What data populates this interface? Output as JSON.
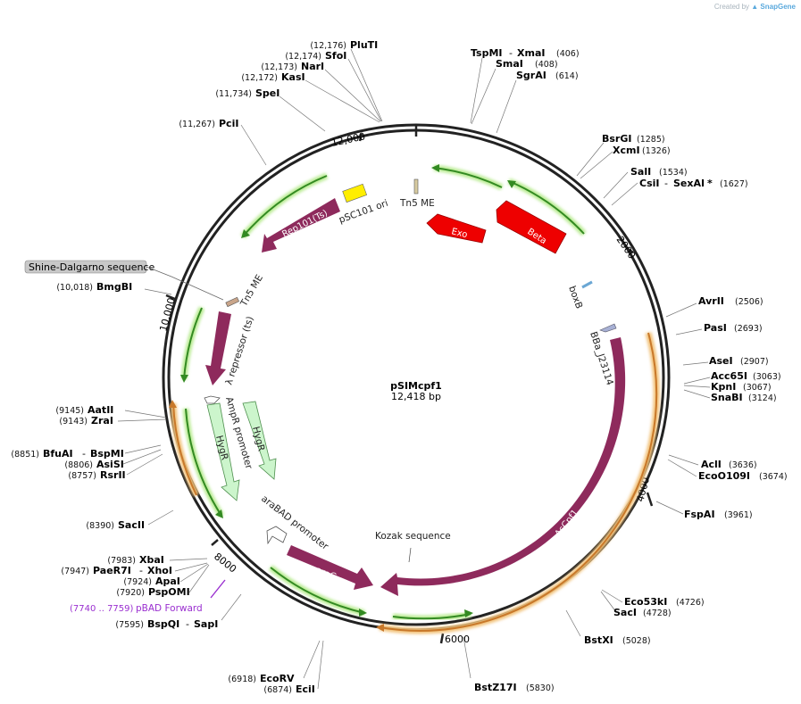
{
  "credit": {
    "prefix": "Created by",
    "brand": "SnapGene"
  },
  "plasmid": {
    "name": "pSIMcpf1",
    "size": "12,418 bp"
  },
  "ticks": [
    "12,000",
    "2000",
    "4000",
    "6000",
    "8000",
    "10,000"
  ],
  "colors": {
    "red": "#ee0000",
    "magenta": "#8e2a5c",
    "green_light": "#ccf5cc",
    "orange_glow": "#f2c27a",
    "green_glow": "#b9eb93",
    "yellow": "#ffee00",
    "primer": "#9a2fd0"
  },
  "features": {
    "tn5_me_top": "Tn5 ME",
    "psc101_ori": "pSC101 ori",
    "rep101": "Rep101(Ts)",
    "exo": "Exo",
    "beta": "Beta",
    "boxB": "boxB",
    "bba": "BBa_J23114",
    "tn5_me_left": "Tn5 ME",
    "lambda_rep": "λ repressor (ts)",
    "ampr_promoter": "AmpR promoter",
    "hygr_1": "HygR",
    "hygr_2": "HygR",
    "arabad": "araBAD promoter",
    "arac": "araC",
    "kozak": "Kozak sequence",
    "ascpf1": "AsCpf1",
    "shine": "Shine-Dalgarno sequence"
  },
  "primer": {
    "label": "pBAD Forward",
    "range": "(7740 .. 7759)"
  },
  "enzymes_top_left": [
    {
      "name": "PluTI",
      "pos": "(12,176)"
    },
    {
      "name": "SfoI",
      "pos": "(12,174)"
    },
    {
      "name": "NarI",
      "pos": "(12,173)"
    },
    {
      "name": "KasI",
      "pos": "(12,172)"
    },
    {
      "name": "SpeI",
      "pos": "(11,734)"
    },
    {
      "name": "PciI",
      "pos": "(11,267)"
    }
  ],
  "enzymes_top_right": {
    "tspmi": {
      "name": "TspMI",
      "sep": "-",
      "name2": "XmaI",
      "pos": "(406)"
    },
    "smai": {
      "name": "SmaI",
      "pos": "(408)"
    },
    "sgrai": {
      "name": "SgrAI",
      "pos": "(614)"
    }
  },
  "enzymes_right": [
    {
      "name": "BsrGI",
      "pos": "(1285)"
    },
    {
      "name": "XcmI",
      "pos": "(1326)"
    },
    {
      "name": "SalI",
      "pos": "(1534)"
    },
    {
      "name": "AvrII",
      "pos": "(2506)"
    },
    {
      "name": "PasI",
      "pos": "(2693)"
    },
    {
      "name": "AseI",
      "pos": "(2907)"
    },
    {
      "name": "Acc65I",
      "pos": "(3063)"
    },
    {
      "name": "KpnI",
      "pos": "(3067)"
    },
    {
      "name": "SnaBI",
      "pos": "(3124)"
    },
    {
      "name": "AclI",
      "pos": "(3636)"
    },
    {
      "name": "EcoO109I",
      "pos": "(3674)"
    },
    {
      "name": "FspAI",
      "pos": "(3961)"
    },
    {
      "name": "Eco53kI",
      "pos": "(4726)"
    },
    {
      "name": "SacI",
      "pos": "(4728)"
    },
    {
      "name": "BstXI",
      "pos": "(5028)"
    },
    {
      "name": "BstZ17I",
      "pos": "(5830)"
    }
  ],
  "csii": {
    "name": "CsiI",
    "sep": "-",
    "name2": "SexAI",
    "star": "*",
    "pos": "(1627)"
  },
  "enzymes_left": [
    {
      "name": "BmgBI",
      "pos": "(10,018)"
    },
    {
      "name": "AatII",
      "pos": "(9145)"
    },
    {
      "name": "ZraI",
      "pos": "(9143)"
    },
    {
      "name": "AsiSI",
      "pos": "(8806)"
    },
    {
      "name": "RsrII",
      "pos": "(8757)"
    },
    {
      "name": "SacII",
      "pos": "(8390)"
    },
    {
      "name": "XbaI",
      "pos": "(7983)"
    },
    {
      "name": "ApaI",
      "pos": "(7924)"
    },
    {
      "name": "PspOMI",
      "pos": "(7920)"
    },
    {
      "name": "EcoRV",
      "pos": "(6918)"
    },
    {
      "name": "EciI",
      "pos": "(6874)"
    }
  ],
  "bfuai": {
    "name": "BfuAI",
    "sep": "-",
    "name2": "BspMI",
    "pos": "(8851)"
  },
  "paer7i": {
    "name": "PaeR7I",
    "sep": "-",
    "name2": "XhoI",
    "pos": "(7947)"
  },
  "bspqi": {
    "name": "BspQI",
    "sep": "-",
    "name2": "SapI",
    "pos": "(7595)"
  }
}
